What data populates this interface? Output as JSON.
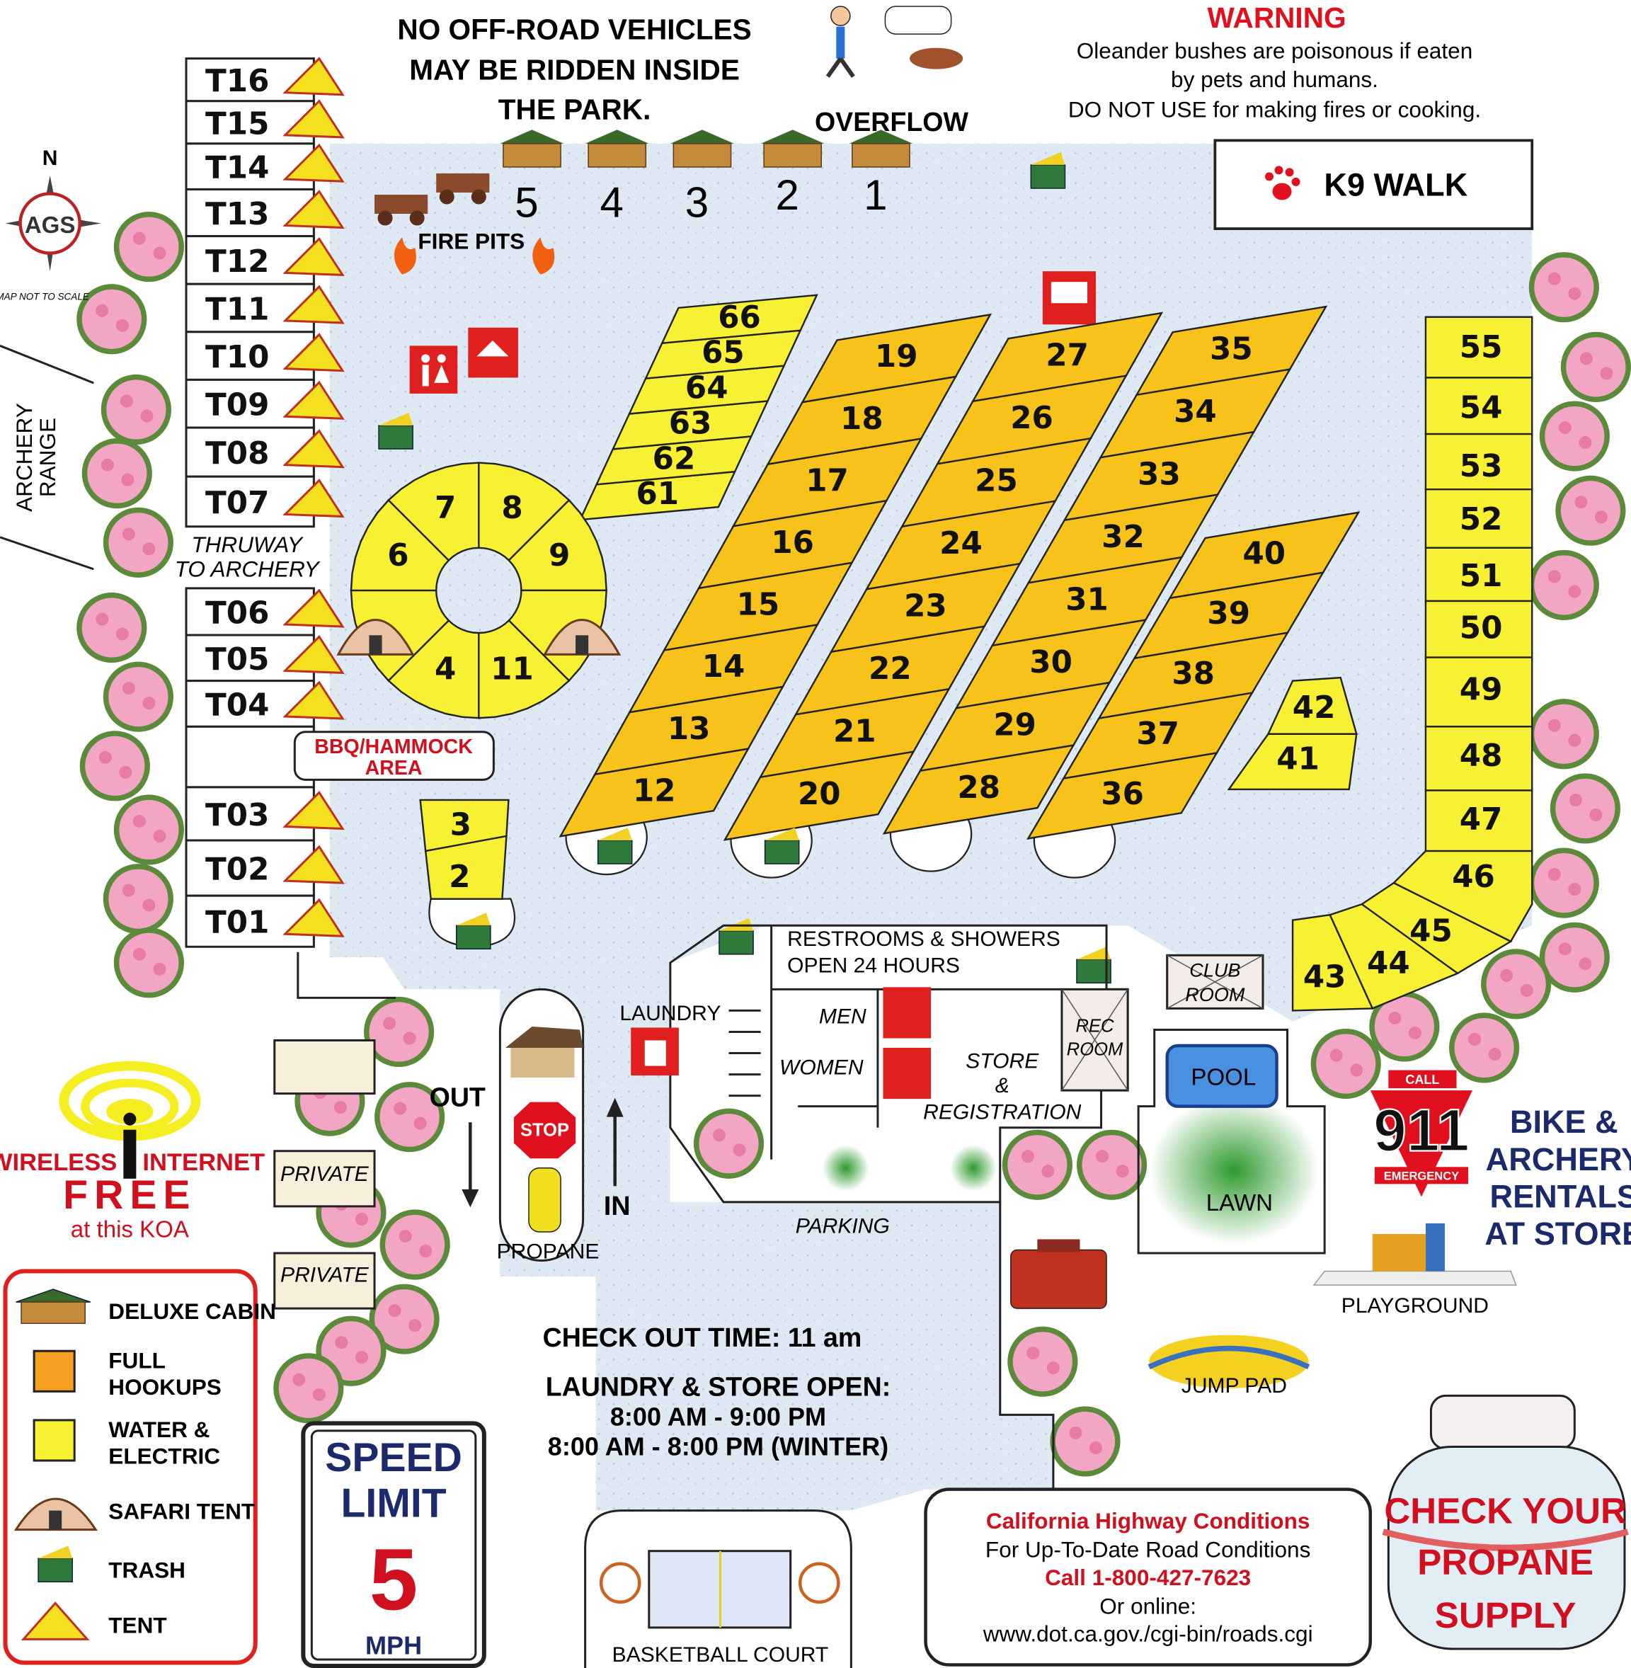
{
  "header": {
    "no_offroad": [
      "NO OFF-ROAD VEHICLES",
      "MAY BE RIDDEN INSIDE",
      "THE PARK."
    ],
    "warning_title": "WARNING",
    "warning_lines": [
      "Oleander bushes are poisonous if eaten",
      "by pets and humans.",
      "DO NOT USE for making fires or cooking."
    ]
  },
  "compass": {
    "north": "N",
    "logo": "AGS",
    "note": "MAP NOT TO SCALE"
  },
  "labels": {
    "overflow": "OVERFLOW",
    "k9_walk": "K9 WALK",
    "fire_pits": "FIRE PITS",
    "archery_range": [
      "ARCHERY",
      "RANGE"
    ],
    "thruway": [
      "THRUWAY",
      "TO ARCHERY"
    ],
    "bbq": [
      "BBQ/HAMMOCK",
      "AREA"
    ],
    "restrooms": [
      "RESTROOMS & SHOWERS",
      "OPEN 24 HOURS"
    ],
    "laundry": "LAUNDRY",
    "men": "MEN",
    "women": "WOMEN",
    "store": [
      "STORE",
      "&",
      "REGISTRATION"
    ],
    "rec_room": [
      "REC",
      "ROOM"
    ],
    "club_room": [
      "CLUB",
      "ROOM"
    ],
    "pool": "POOL",
    "lawn": "LAWN",
    "out": "OUT",
    "in": "IN",
    "stop": "STOP",
    "propane": "PROPANE",
    "parking": "PARKING",
    "private": [
      "PRIVATE",
      "PRIVATE"
    ],
    "playground": "PLAYGROUND",
    "jump_pad": "JUMP PAD",
    "basketball": "BASKETBALL COURT",
    "bike_rentals": [
      "BIKE &",
      "ARCHERY",
      "RENTALS",
      "AT STORE"
    ]
  },
  "emergency": {
    "call": "CALL",
    "number": "911",
    "text": "EMERGENCY"
  },
  "wifi": {
    "line1a": "WIRELESS",
    "line1b": "INTERNET",
    "free": "FREE",
    "sub": "at this KOA"
  },
  "info": {
    "checkout": "CHECK OUT TIME: 11 am",
    "hours_title": "LAUNDRY & STORE OPEN:",
    "hours": [
      "8:00 AM - 9:00 PM",
      "8:00 AM - 8:00 PM (WINTER)"
    ]
  },
  "speed_limit": {
    "line1": "SPEED",
    "line2": "LIMIT",
    "value": "5",
    "unit": "MPH"
  },
  "highway": {
    "title": "California Highway Conditions",
    "line1": "For Up-To-Date Road Conditions",
    "phone": "Call 1-800-427-7623",
    "line2": "Or online:",
    "url": "www.dot.ca.gov./cgi-bin/roads.cgi"
  },
  "propane_sign": [
    "CHECK YOUR",
    "PROPANE",
    "SUPPLY"
  ],
  "legend": [
    {
      "label": [
        "DELUXE CABIN"
      ],
      "icon": "cabin-icon"
    },
    {
      "label": [
        "FULL",
        "HOOKUPS"
      ],
      "icon": "full-hookup-swatch"
    },
    {
      "label": [
        "WATER &",
        "ELECTRIC"
      ],
      "icon": "water-electric-swatch"
    },
    {
      "label": [
        "SAFARI TENT"
      ],
      "icon": "safari-tent-icon"
    },
    {
      "label": [
        "TRASH"
      ],
      "icon": "trash-icon"
    },
    {
      "label": [
        "TENT"
      ],
      "icon": "tent-icon"
    }
  ],
  "tent_sites": [
    "T16",
    "T15",
    "T14",
    "T13",
    "T12",
    "T11",
    "T10",
    "T09",
    "T08",
    "T07",
    "T06",
    "T05",
    "T04",
    "T03",
    "T02",
    "T01"
  ],
  "cabins": [
    "5",
    "4",
    "3",
    "2",
    "1"
  ],
  "sites": {
    "col_a": [
      "12",
      "13",
      "14",
      "15",
      "16",
      "17",
      "18",
      "19"
    ],
    "col_b": [
      "20",
      "21",
      "22",
      "23",
      "24",
      "25",
      "26",
      "27"
    ],
    "col_c": [
      "28",
      "29",
      "30",
      "31",
      "32",
      "33",
      "34",
      "35"
    ],
    "col_d": [
      "36",
      "37",
      "38",
      "39",
      "40"
    ],
    "col_e": [
      "61",
      "62",
      "63",
      "64",
      "65",
      "66"
    ],
    "pair_41_42": [
      "42",
      "41"
    ],
    "pair_2_3": [
      "3",
      "2"
    ],
    "right": [
      "55",
      "54",
      "53",
      "52",
      "51",
      "50",
      "49",
      "48",
      "47",
      "46",
      "45",
      "44",
      "43"
    ],
    "wheel": [
      "8",
      "9",
      "",
      "11",
      "4",
      "",
      "6",
      "7"
    ]
  },
  "colors": {
    "full_hookup": "#f7c21a",
    "water_electric": "#f8f032",
    "road": "#dde8f2",
    "warning_red": "#e0101e",
    "bush_pink": "#f2a6c4"
  }
}
